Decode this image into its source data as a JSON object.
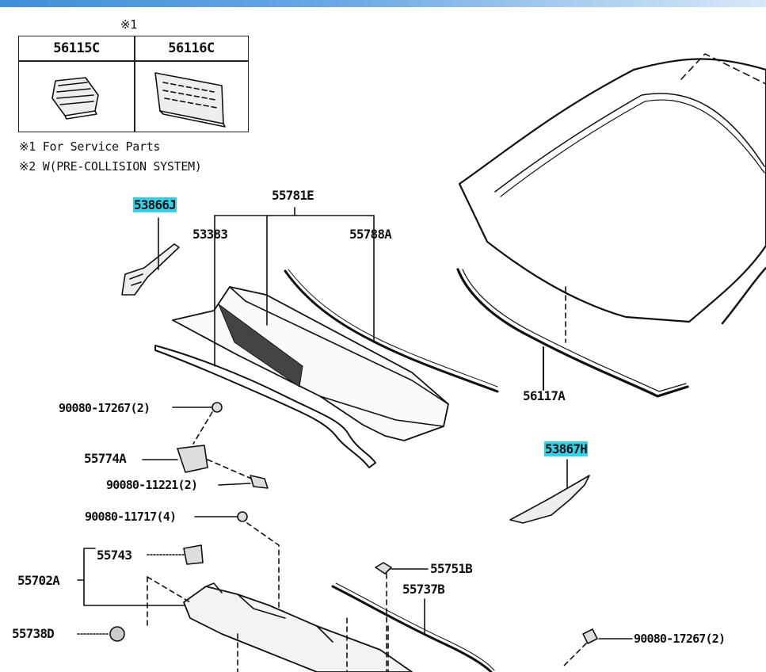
{
  "service_parts_box": {
    "mark": "※1",
    "columns": [
      "56115C",
      "56116C"
    ]
  },
  "notes": [
    "※1  For Service Parts",
    "※2  W(PRE-COLLISION SYSTEM)"
  ],
  "callouts": {
    "p53866J": "53866J",
    "p55781E": "55781E",
    "p53383": "53383",
    "p55788A": "55788A",
    "p56117A": "56117A",
    "p53867H": "53867H",
    "p90080_17267_a": "90080-17267(2)",
    "p55774A": "55774A",
    "p90080_11221": "90080-11221(2)",
    "p90080_11717": "90080-11717(4)",
    "p55743": "55743",
    "p55702A": "55702A",
    "p55738D": "55738D",
    "p55751B": "55751B",
    "p55737B": "55737B",
    "p90080_17267_b": "90080-17267(2)"
  },
  "highlight_color": "#2fd4ea"
}
